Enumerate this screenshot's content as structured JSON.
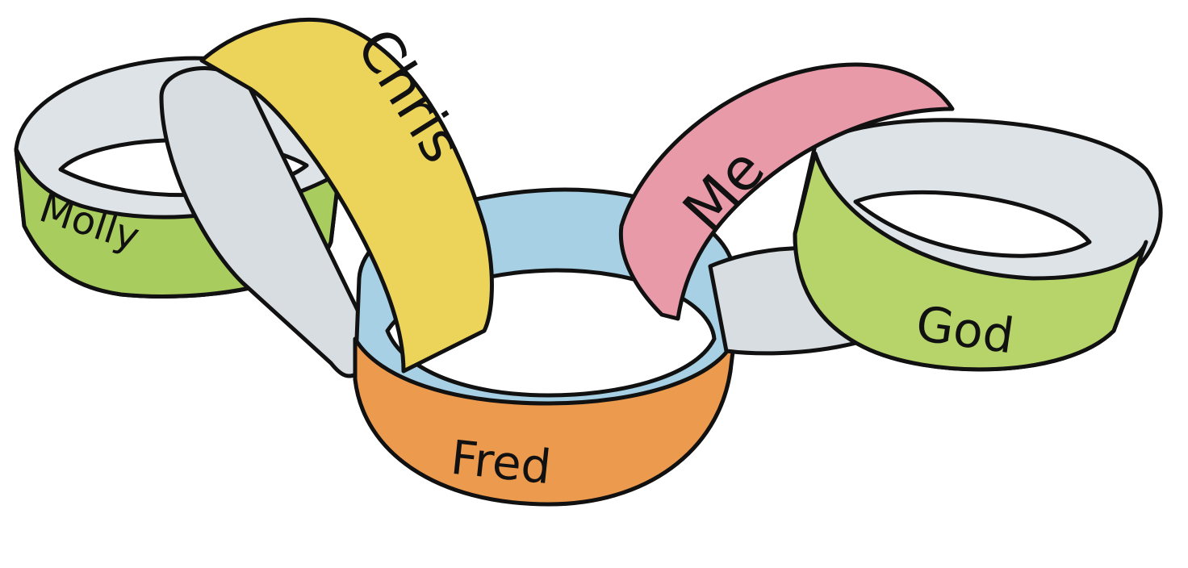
{
  "illustration": {
    "subject": "paper chain",
    "links": [
      {
        "name": "Molly",
        "color": "#a9cc5f",
        "inner": "#dde3e6"
      },
      {
        "name": "Chris",
        "color": "#ecd35a",
        "inner": "#e8e0b0"
      },
      {
        "name": "Fred",
        "color": "#ec9a4e",
        "inner": "#a8d0e4"
      },
      {
        "name": "Me",
        "color": "#e89aa8",
        "inner": "#f0c4cc"
      },
      {
        "name": "God",
        "color": "#b6d46a",
        "inner": "#dde3e6"
      }
    ],
    "outline": "#111111",
    "inner_grey": "#d7dde1"
  }
}
